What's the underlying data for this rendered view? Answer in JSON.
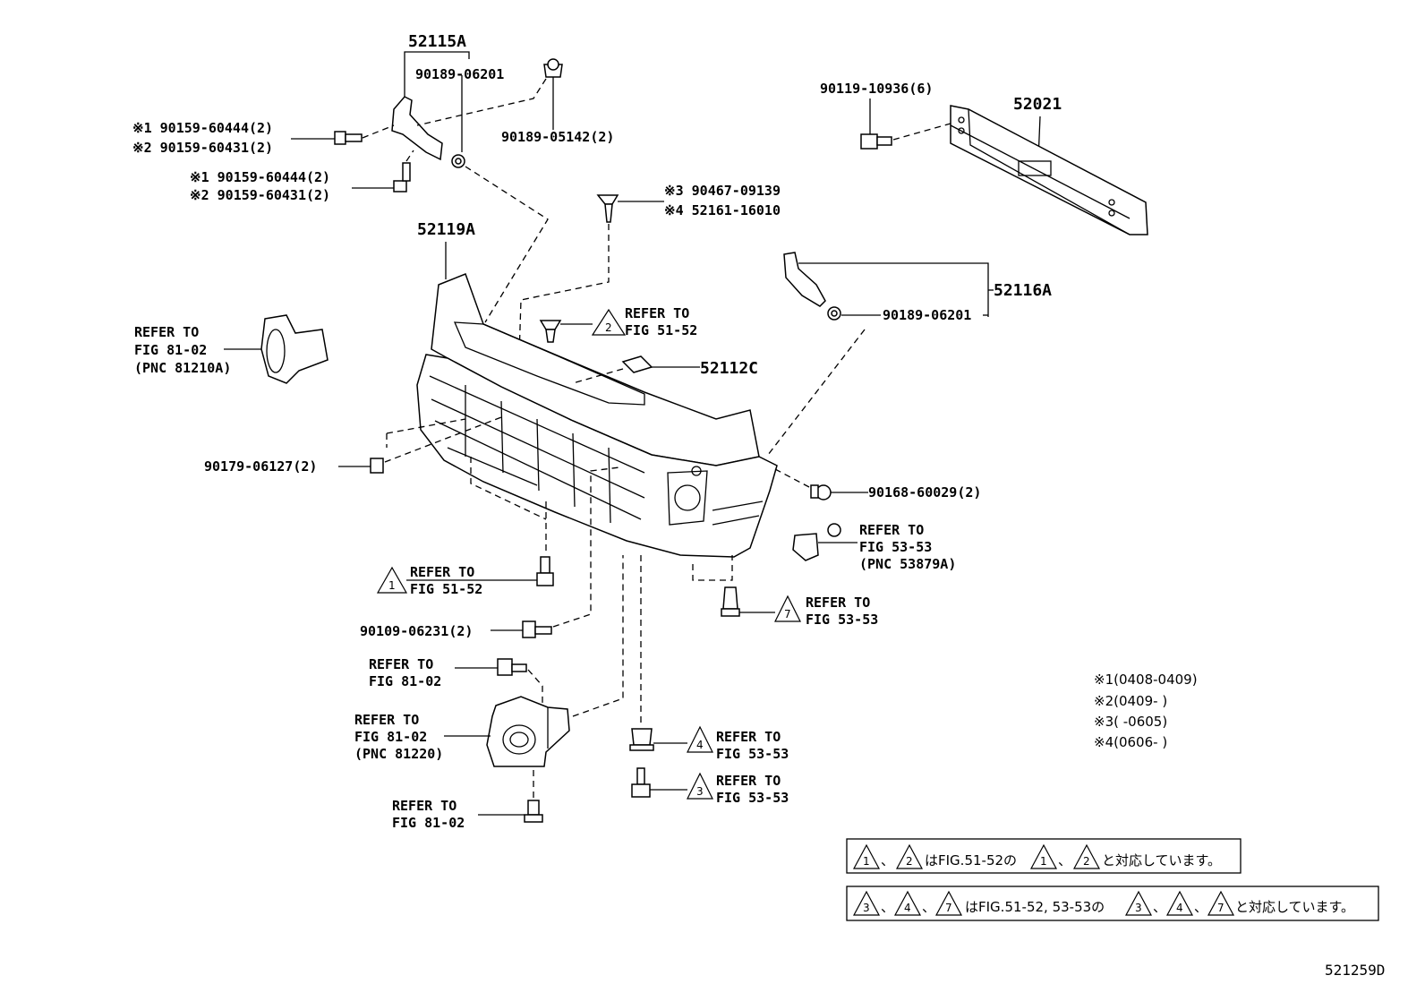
{
  "parts": {
    "p52115A": "52115A",
    "p90189_06201_a": "90189-06201",
    "p90189_05142": "90189-05142(2)",
    "p90159_a1": "※1 90159-60444(2)",
    "p90159_a2": "※2 90159-60431(2)",
    "p90159_b1": "※1 90159-60444(2)",
    "p90159_b2": "※2 90159-60431(2)",
    "p90467": "※3 90467-09139",
    "p52161": "※4 52161-16010",
    "p52119A": "52119A",
    "p90119": "90119-10936(6)",
    "p52021": "52021",
    "p52116A": "52116A",
    "p90189_06201_b": "90189-06201",
    "p52112C": "52112C",
    "p90179": "90179-06127(2)",
    "p90168": "90168-60029(2)",
    "p90109": "90109-06231(2)"
  },
  "refers": {
    "r1_l1": "REFER TO",
    "r1_l2": "FIG 81-02",
    "r1_l3": "(PNC 81210A)",
    "r2_l1": "REFER TO",
    "r2_l2": "FIG 51-52",
    "r3_l1": "REFER TO",
    "r3_l2": "FIG 53-53",
    "r3_l3": "(PNC 53879A)",
    "r4_l1": "REFER TO",
    "r4_l2": "FIG 51-52",
    "r5_l1": "REFER TO",
    "r5_l2": "FIG 53-53",
    "r6_l1": "REFER TO",
    "r6_l2": "FIG 81-02",
    "r7_l1": "REFER TO",
    "r7_l2": "FIG 81-02",
    "r7_l3": "(PNC 81220)",
    "r8_l1": "REFER TO",
    "r8_l2": "FIG 53-53",
    "r9_l1": "REFER TO",
    "r9_l2": "FIG 53-53",
    "r10_l1": "REFER TO",
    "r10_l2": "FIG 81-02"
  },
  "triangles": {
    "t1": "1",
    "t2": "2",
    "t3": "3",
    "t4": "4",
    "t7": "7"
  },
  "legend": {
    "n1": "※1(0408-0409)",
    "n2": "※2(0409-      )",
    "n3": "※3(      -0605)",
    "n4": "※4(0606-      )"
  },
  "notes": {
    "box1_tri_a": "1",
    "box1_tri_b": "2",
    "box1_tri_c": "1",
    "box1_tri_d": "2",
    "box1_sep1": "、",
    "box1_mid": "はFIG.51-52の",
    "box1_sep2": "、",
    "box1_end": "と対応しています。",
    "box2_tri_a": "3",
    "box2_tri_b": "4",
    "box2_tri_c": "7",
    "box2_tri_d": "3",
    "box2_tri_e": "4",
    "box2_tri_f": "7",
    "box2_sep1": "、",
    "box2_sep2": "、",
    "box2_mid": "はFIG.51-52, 53-53の",
    "box2_sep3": "、",
    "box2_sep4": "、",
    "box2_end": "と対応しています。"
  },
  "figure_id": "521259D"
}
